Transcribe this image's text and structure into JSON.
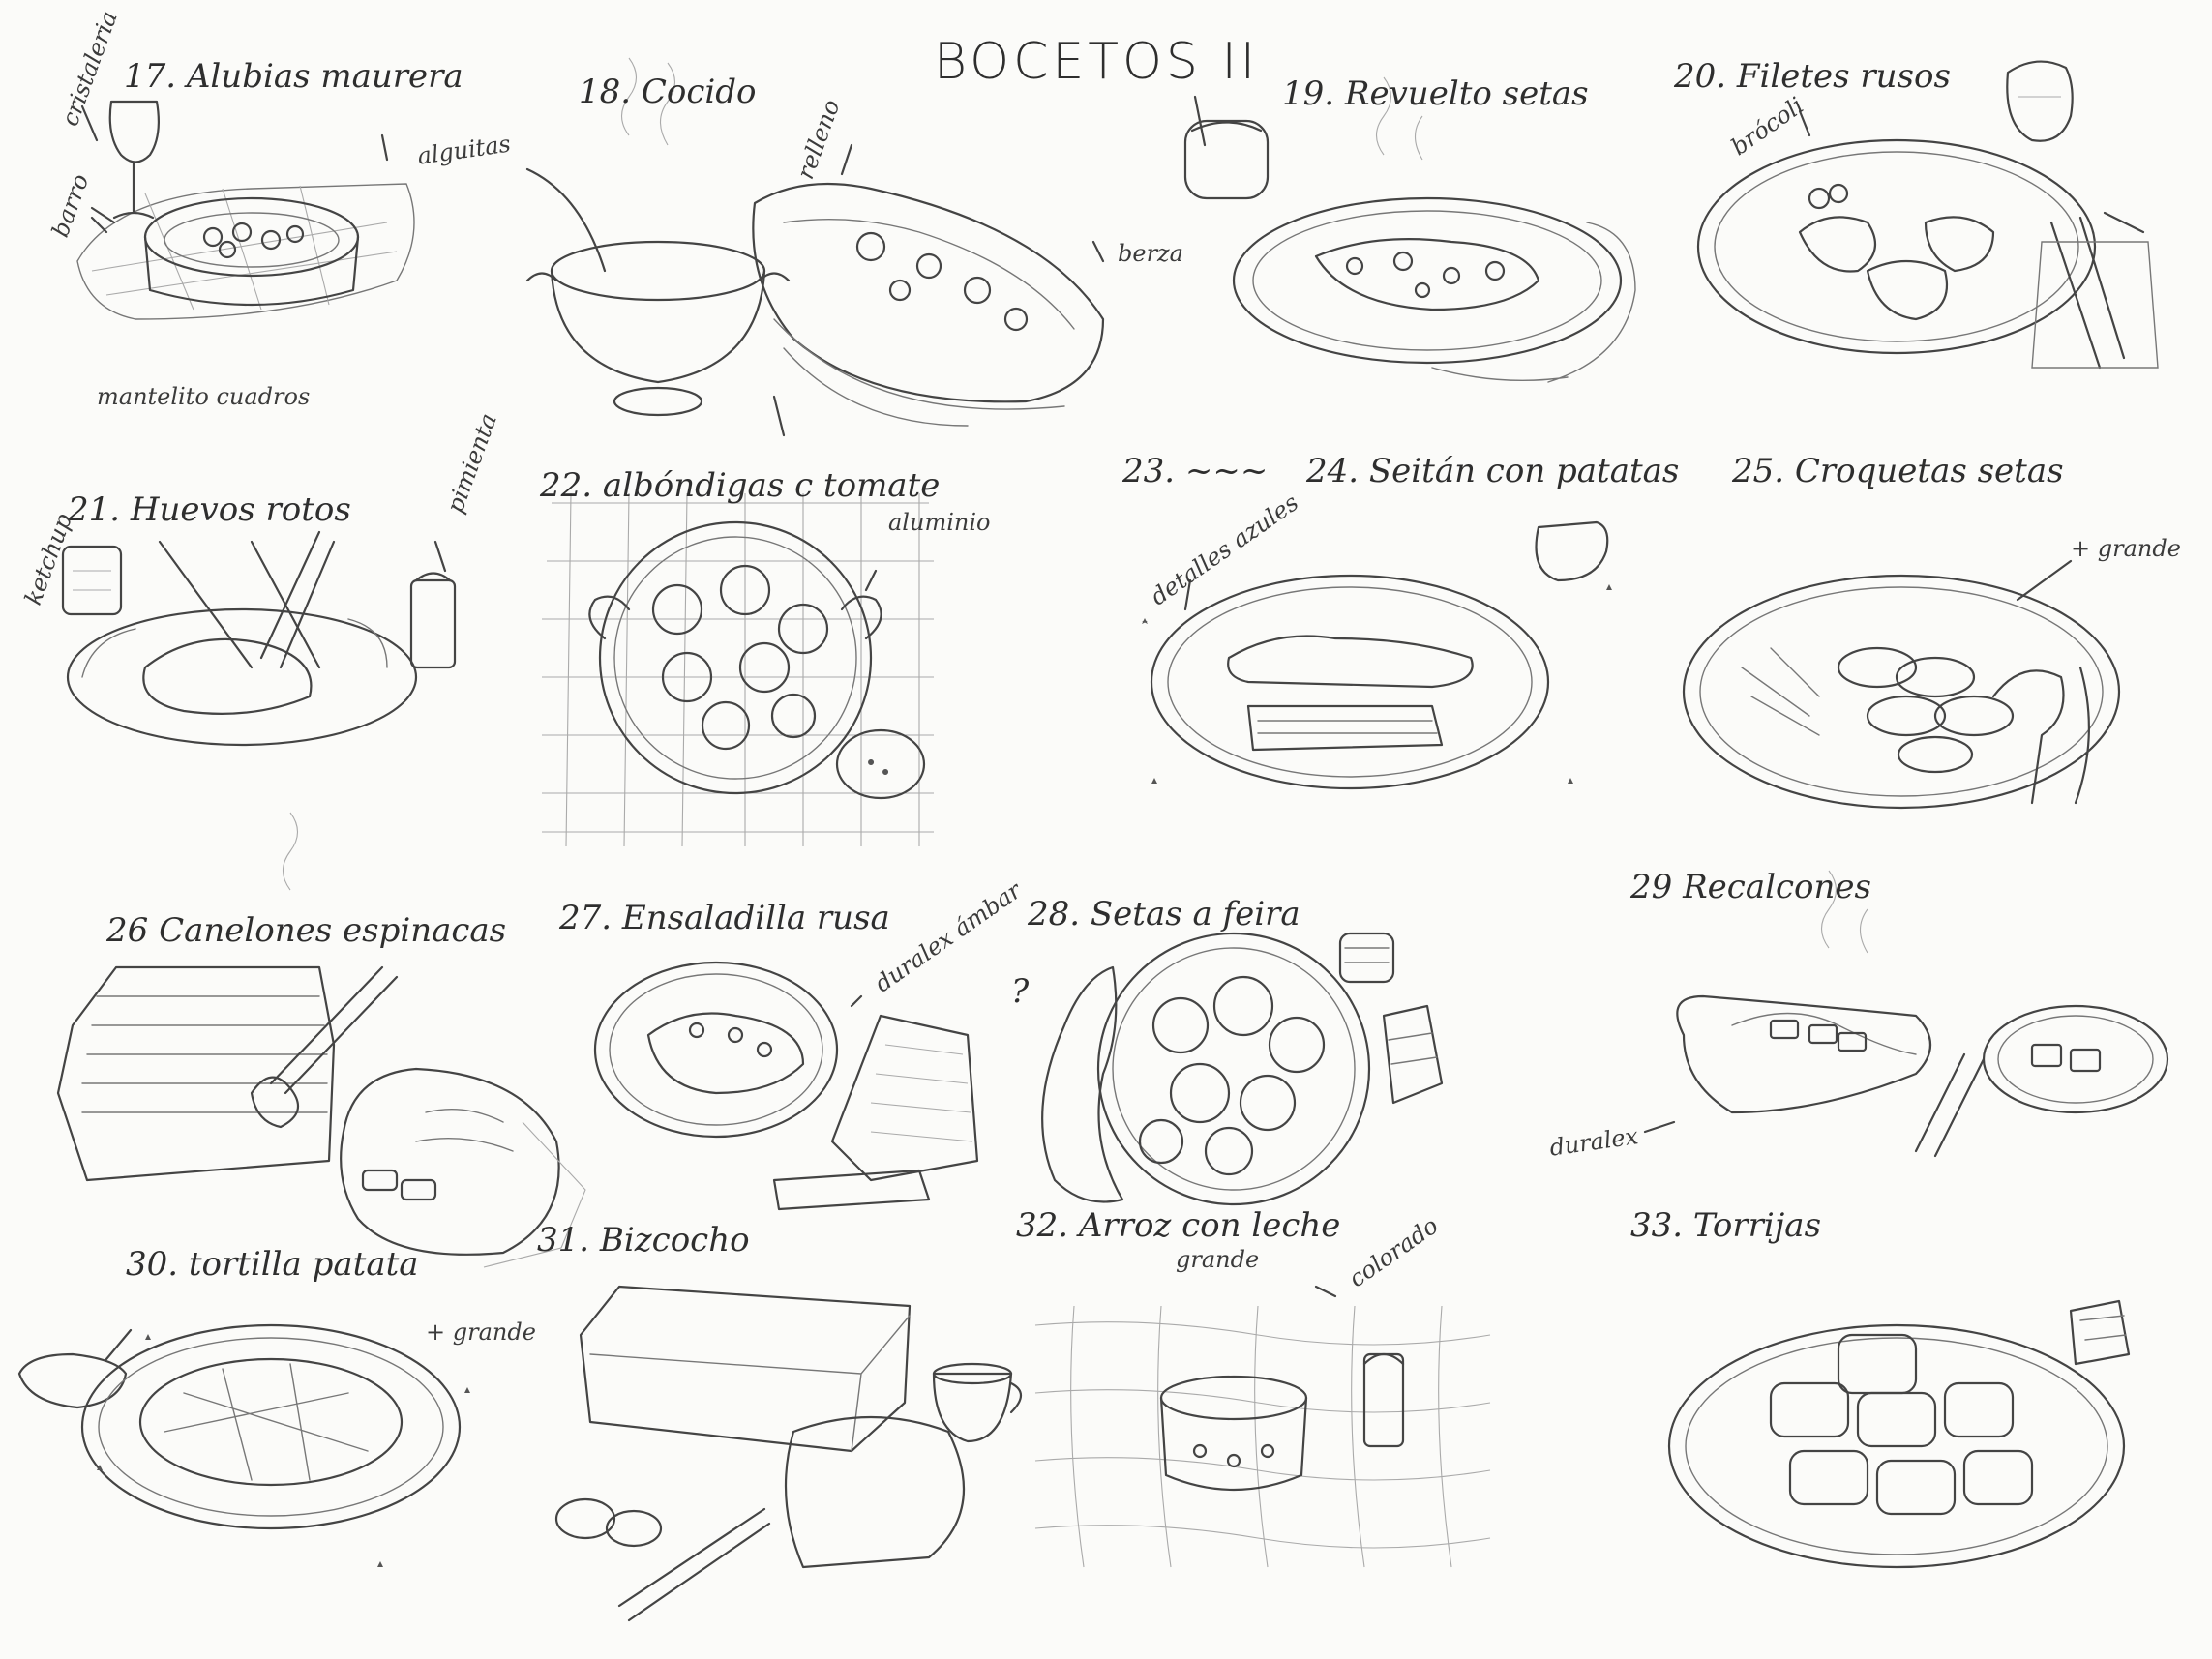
{
  "title": "BOCETOS II",
  "sketches": [
    {
      "id": 17,
      "caption": "17. Alubias maurera",
      "notes": [
        "cristaleria",
        "barro",
        "alguitas",
        "mantelito cuadros"
      ]
    },
    {
      "id": 18,
      "caption": "18. Cocido",
      "notes": [
        "relleno",
        "berza"
      ]
    },
    {
      "id": 19,
      "caption": "19. Revuelto setas",
      "notes": []
    },
    {
      "id": 20,
      "caption": "20. Filetes rusos",
      "notes": [
        "brócoli"
      ]
    },
    {
      "id": 21,
      "caption": "21. Huevos rotos",
      "notes": [
        "ketchup",
        "pimienta"
      ]
    },
    {
      "id": 22,
      "caption": "22. albóndigas c tomate",
      "notes": [
        "aluminio"
      ]
    },
    {
      "id": 23,
      "caption": "23. ~~~",
      "notes": []
    },
    {
      "id": 24,
      "caption": "24. Seitán con patatas",
      "notes": [
        "detalles azules"
      ]
    },
    {
      "id": 25,
      "caption": "25. Croquetas setas",
      "notes": [
        "+ grande"
      ]
    },
    {
      "id": 26,
      "caption": "26 Canelones espinacas",
      "notes": []
    },
    {
      "id": 27,
      "caption": "27. Ensaladilla rusa",
      "notes": [
        "duralex ámbar"
      ]
    },
    {
      "id": 28,
      "caption": "28. Setas a feira",
      "notes": [
        "?"
      ]
    },
    {
      "id": 29,
      "caption": "29 Recalcones",
      "notes": [
        "duralex"
      ]
    },
    {
      "id": 30,
      "caption": "30. tortilla patata",
      "notes": [
        "+ grande"
      ]
    },
    {
      "id": 31,
      "caption": "31. Bizcocho",
      "notes": []
    },
    {
      "id": 32,
      "caption": "32. Arroz con leche",
      "notes": [
        "grande",
        "colorado"
      ]
    },
    {
      "id": 33,
      "caption": "33. Torrijas",
      "notes": []
    }
  ]
}
